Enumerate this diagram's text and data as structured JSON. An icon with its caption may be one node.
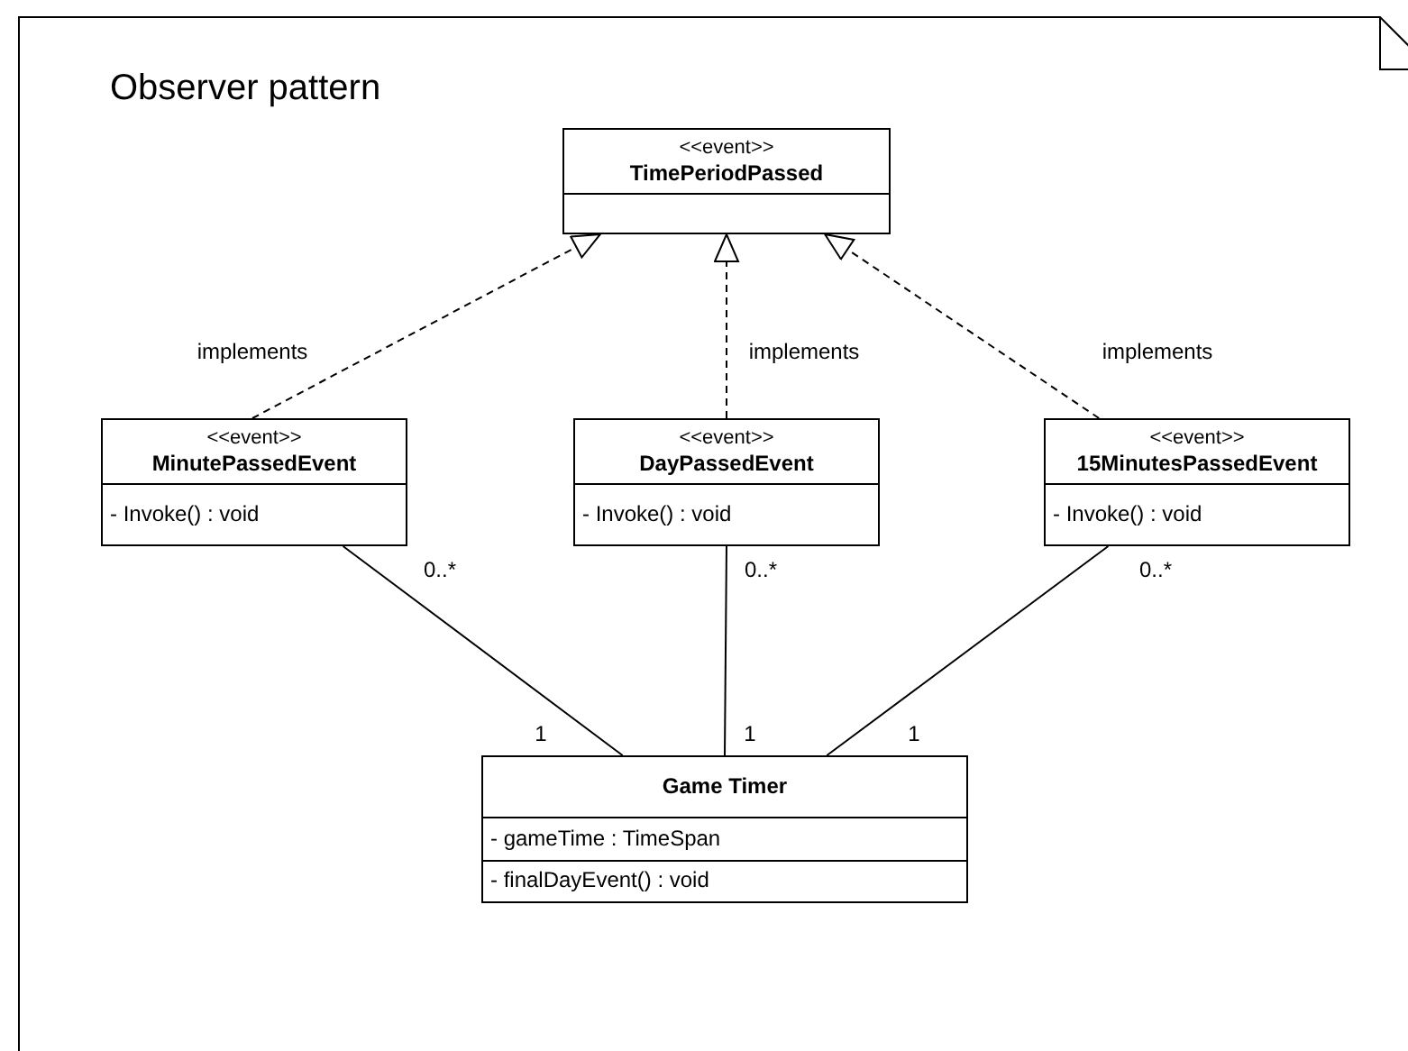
{
  "diagram": {
    "title": "Observer pattern",
    "nodes": [
      {
        "text": [
          "<<event>>",
          "TimePeriodPassed"
        ]
      },
      {
        "text": [
          "<<event>>",
          "MinutePassedEvent",
          "- Invoke() : void"
        ]
      },
      {
        "text": [
          "<<event>>",
          "DayPassedEvent",
          "- Invoke() : void"
        ]
      },
      {
        "text": [
          "<<event>>",
          "15MinutesPassedEvent",
          "- Invoke() : void"
        ]
      },
      {
        "text": [
          "Game Timer",
          "- gameTime : TimeSpan",
          "- finalDayEvent() : void"
        ]
      }
    ],
    "edges": [
      {
        "from": 1,
        "to": 0,
        "arrow": "to",
        "style": "dashed",
        "label": "implements"
      },
      {
        "from": 2,
        "to": 0,
        "arrow": "to",
        "style": "dashed",
        "label": "implements"
      },
      {
        "from": 3,
        "to": 0,
        "arrow": "to",
        "style": "dashed",
        "label": "implements"
      },
      {
        "from": 1,
        "to": 4,
        "arrow": "none"
      },
      {
        "from": 2,
        "to": 4,
        "arrow": "none"
      },
      {
        "from": 3,
        "to": 4,
        "arrow": "none"
      }
    ],
    "labels": [
      "0..*",
      "0..*",
      "0..*",
      "1",
      "1",
      "1"
    ]
  }
}
